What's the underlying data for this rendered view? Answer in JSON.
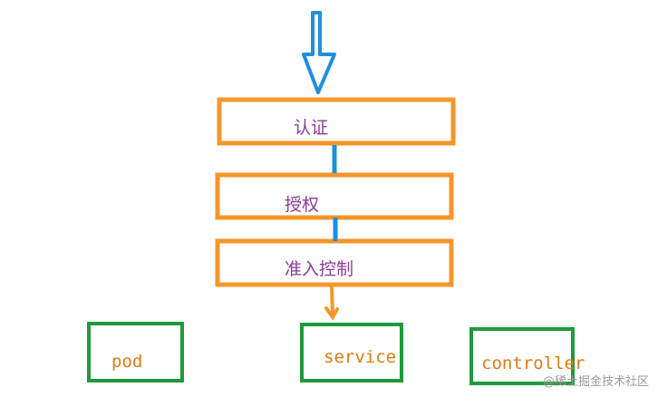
{
  "diagram": {
    "stages": [
      {
        "label": "认证"
      },
      {
        "label": "授权"
      },
      {
        "label": "准入控制"
      }
    ],
    "resources": [
      {
        "label": "pod"
      },
      {
        "label": "service"
      },
      {
        "label": "controller"
      }
    ],
    "colors": {
      "entry_arrow": "#1e8fe0",
      "stage_border": "#f5962a",
      "stage_text": "#8b3a9a",
      "connector": "#1e8fe0",
      "exit_arrow": "#f5962a",
      "resource_border": "#1f9a3c",
      "resource_text": "#e07b10"
    }
  },
  "watermark": "@稀土掘金技术社区"
}
